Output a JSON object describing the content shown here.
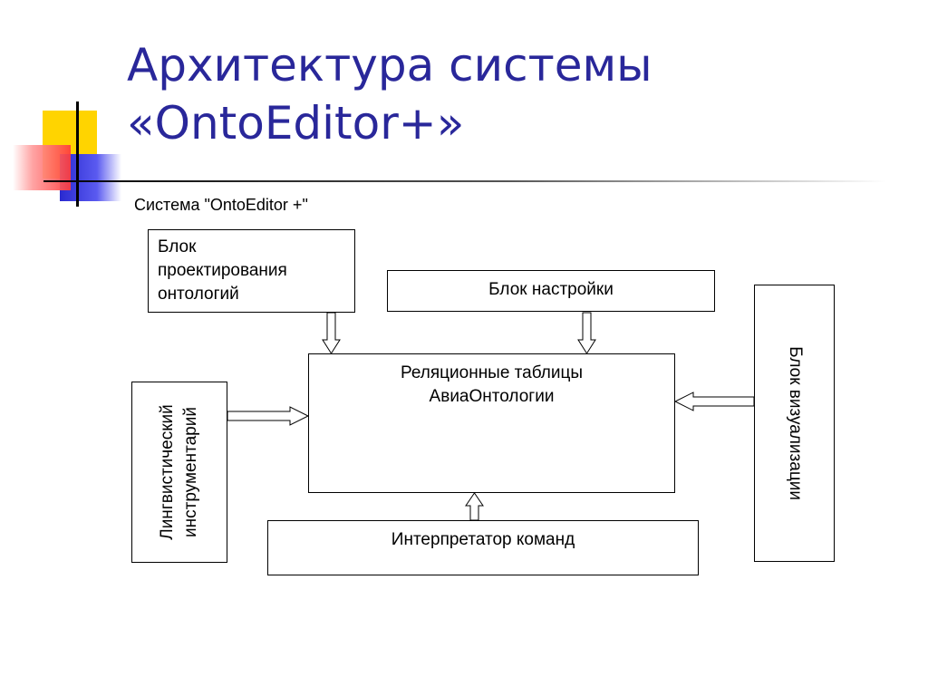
{
  "slide": {
    "title_line1": "Архитектура системы",
    "title_line2": "«OntoEditor+»",
    "title_color": "#29279a"
  },
  "diagram": {
    "caption": "Система \"OntoEditor +\"",
    "blocks": {
      "design": {
        "line1": "Блок",
        "line2": "проектирования",
        "line3": "онтологий"
      },
      "settings": "Блок настройки",
      "tables": {
        "line1": "Реляционные таблицы",
        "line2": "АвиаОнтологии"
      },
      "interpreter": "Интерпретатор команд",
      "linguistic": {
        "line1": "Лингвистический",
        "line2": "инструментарий"
      },
      "visualization": "Блок визуализации"
    }
  },
  "decoration": {
    "yellow": "#ffd400",
    "red": "#ff4040",
    "blue": "#2a2ad0",
    "line": "#000000"
  }
}
